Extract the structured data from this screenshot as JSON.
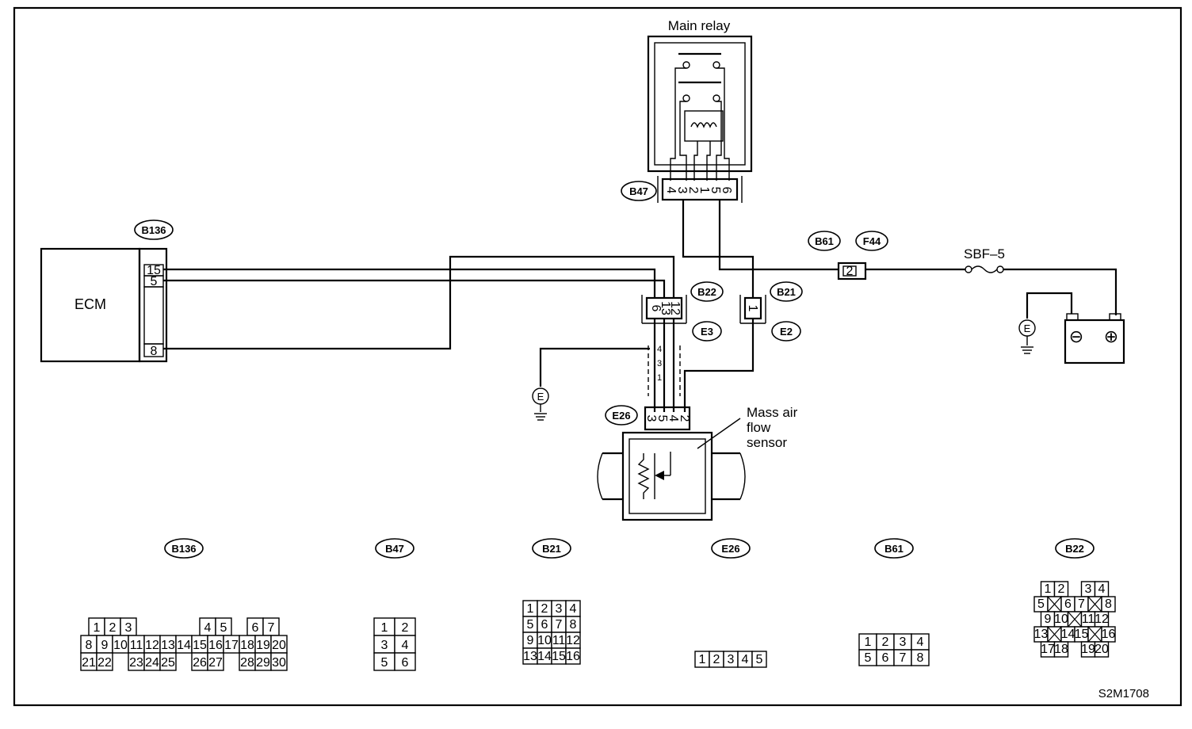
{
  "components": {
    "ecm": "ECM",
    "main_relay": "Main relay",
    "maf_sensor_lines": [
      "Mass air",
      "flow",
      "sensor"
    ],
    "fuse": "SBF–5",
    "ground": "E",
    "battery_minus": "⊖",
    "battery_plus": "⊕"
  },
  "connectors": {
    "b136": "B136",
    "b47": "B47",
    "b61": "B61",
    "f44": "F44",
    "b22": "B22",
    "e3": "E3",
    "b21": "B21",
    "e2": "E2",
    "e26": "E26"
  },
  "pin_labels": {
    "b136_pins": [
      "15",
      "5",
      "8"
    ],
    "b47_pins": [
      "4",
      "3",
      "2",
      "1",
      "5",
      "6"
    ],
    "b22_pins": [
      "6",
      "13",
      "12"
    ],
    "b21_pin": "1",
    "e3_pins": [
      "4",
      "3",
      "1"
    ],
    "e26_pins": [
      "3",
      "5",
      "4",
      "2"
    ],
    "b61_f44_pin": "2"
  },
  "faces": {
    "b136": {
      "label": "B136",
      "rows": [
        [
          "1",
          "2",
          "3",
          "",
          "",
          "",
          "",
          "4",
          "5",
          "",
          "6",
          "7"
        ],
        [
          "8",
          "9",
          "10",
          "11",
          "12",
          "13",
          "14",
          "15",
          "16",
          "17",
          "18",
          "19",
          "20"
        ],
        [
          "21",
          "22",
          "",
          "23",
          "24",
          "25",
          "",
          "26",
          "27",
          "",
          "28",
          "29",
          "30"
        ]
      ]
    },
    "b47": {
      "label": "B47",
      "rows": [
        [
          "1",
          "2"
        ],
        [
          "3",
          "4"
        ],
        [
          "5",
          "6"
        ]
      ]
    },
    "b21": {
      "label": "B21",
      "rows": [
        [
          "1",
          "2",
          "3",
          "4"
        ],
        [
          "5",
          "6",
          "7",
          "8"
        ],
        [
          "9",
          "10",
          "11",
          "12"
        ],
        [
          "13",
          "14",
          "15",
          "16"
        ]
      ]
    },
    "e26": {
      "label": "E26",
      "rows": [
        [
          "1",
          "2",
          "3",
          "4",
          "5"
        ]
      ]
    },
    "b61": {
      "label": "B61",
      "rows": [
        [
          "1",
          "2",
          "3",
          "4"
        ],
        [
          "5",
          "6",
          "7",
          "8"
        ]
      ]
    },
    "b22": {
      "label": "B22",
      "rows": [
        [
          "1",
          "2",
          "",
          "3",
          "4"
        ],
        [
          "5",
          "X",
          "6",
          "7",
          "X",
          "8"
        ],
        [
          "9",
          "10",
          "X",
          "11",
          "12"
        ],
        [
          "13",
          "X",
          "14",
          "15",
          "X",
          "16"
        ],
        [
          "17",
          "18",
          "",
          "19",
          "20"
        ]
      ]
    }
  },
  "figure_id": "S2M1708"
}
